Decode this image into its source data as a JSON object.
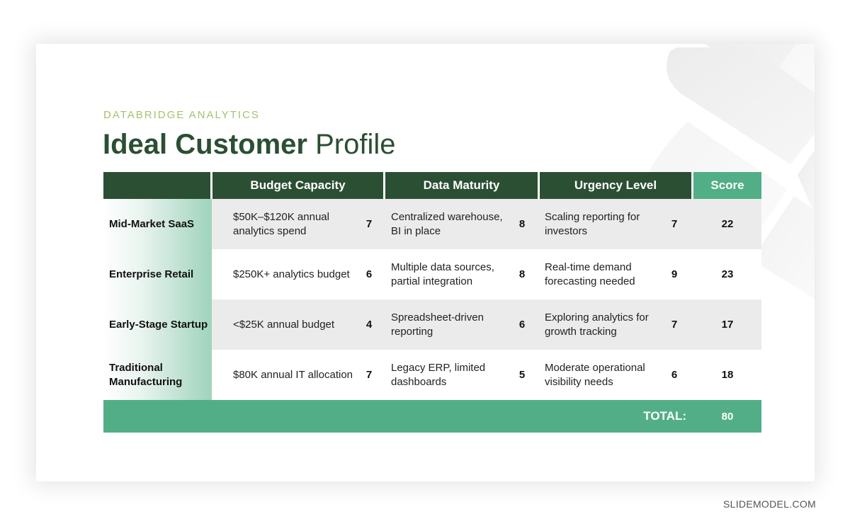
{
  "slide": {
    "eyebrow": "DATABRIDGE ANALYTICS",
    "title_bold": "Ideal Customer",
    "title_light": "Profile"
  },
  "table": {
    "headers": [
      "",
      "Budget Capacity",
      "Data Maturity",
      "Urgency Level",
      "Score"
    ],
    "rows": [
      {
        "segment": "Mid-Market SaaS",
        "budget": "$50K–$120K annual analytics spend",
        "budget_score": "7",
        "maturity": "Centralized warehouse, BI in place",
        "maturity_score": "8",
        "urgency": "Scaling reporting for investors",
        "urgency_score": "7",
        "score": "22"
      },
      {
        "segment": "Enterprise Retail",
        "budget": "$250K+ analytics budget",
        "budget_score": "6",
        "maturity": "Multiple data sources, partial integration",
        "maturity_score": "8",
        "urgency": "Real-time demand forecasting needed",
        "urgency_score": "9",
        "score": "23"
      },
      {
        "segment": "Early-Stage Startup",
        "budget": "<$25K annual budget",
        "budget_score": "4",
        "maturity": "Spreadsheet-driven reporting",
        "maturity_score": "6",
        "urgency": "Exploring analytics for growth tracking",
        "urgency_score": "7",
        "score": "17"
      },
      {
        "segment": "Traditional Manufacturing",
        "budget": "$80K annual IT allocation",
        "budget_score": "7",
        "maturity": "Legacy ERP, limited dashboards",
        "maturity_score": "5",
        "urgency": "Moderate operational visibility needs",
        "urgency_score": "6",
        "score": "18"
      }
    ],
    "total_label": "TOTAL:",
    "total_value": "80"
  },
  "colors": {
    "header_dark_green": "#2b4f33",
    "accent_green": "#52ae87",
    "eyebrow_lime": "#a6c26a",
    "alt_row_gray": "#ebebeb"
  },
  "watermark": "SLIDEMODEL.COM"
}
